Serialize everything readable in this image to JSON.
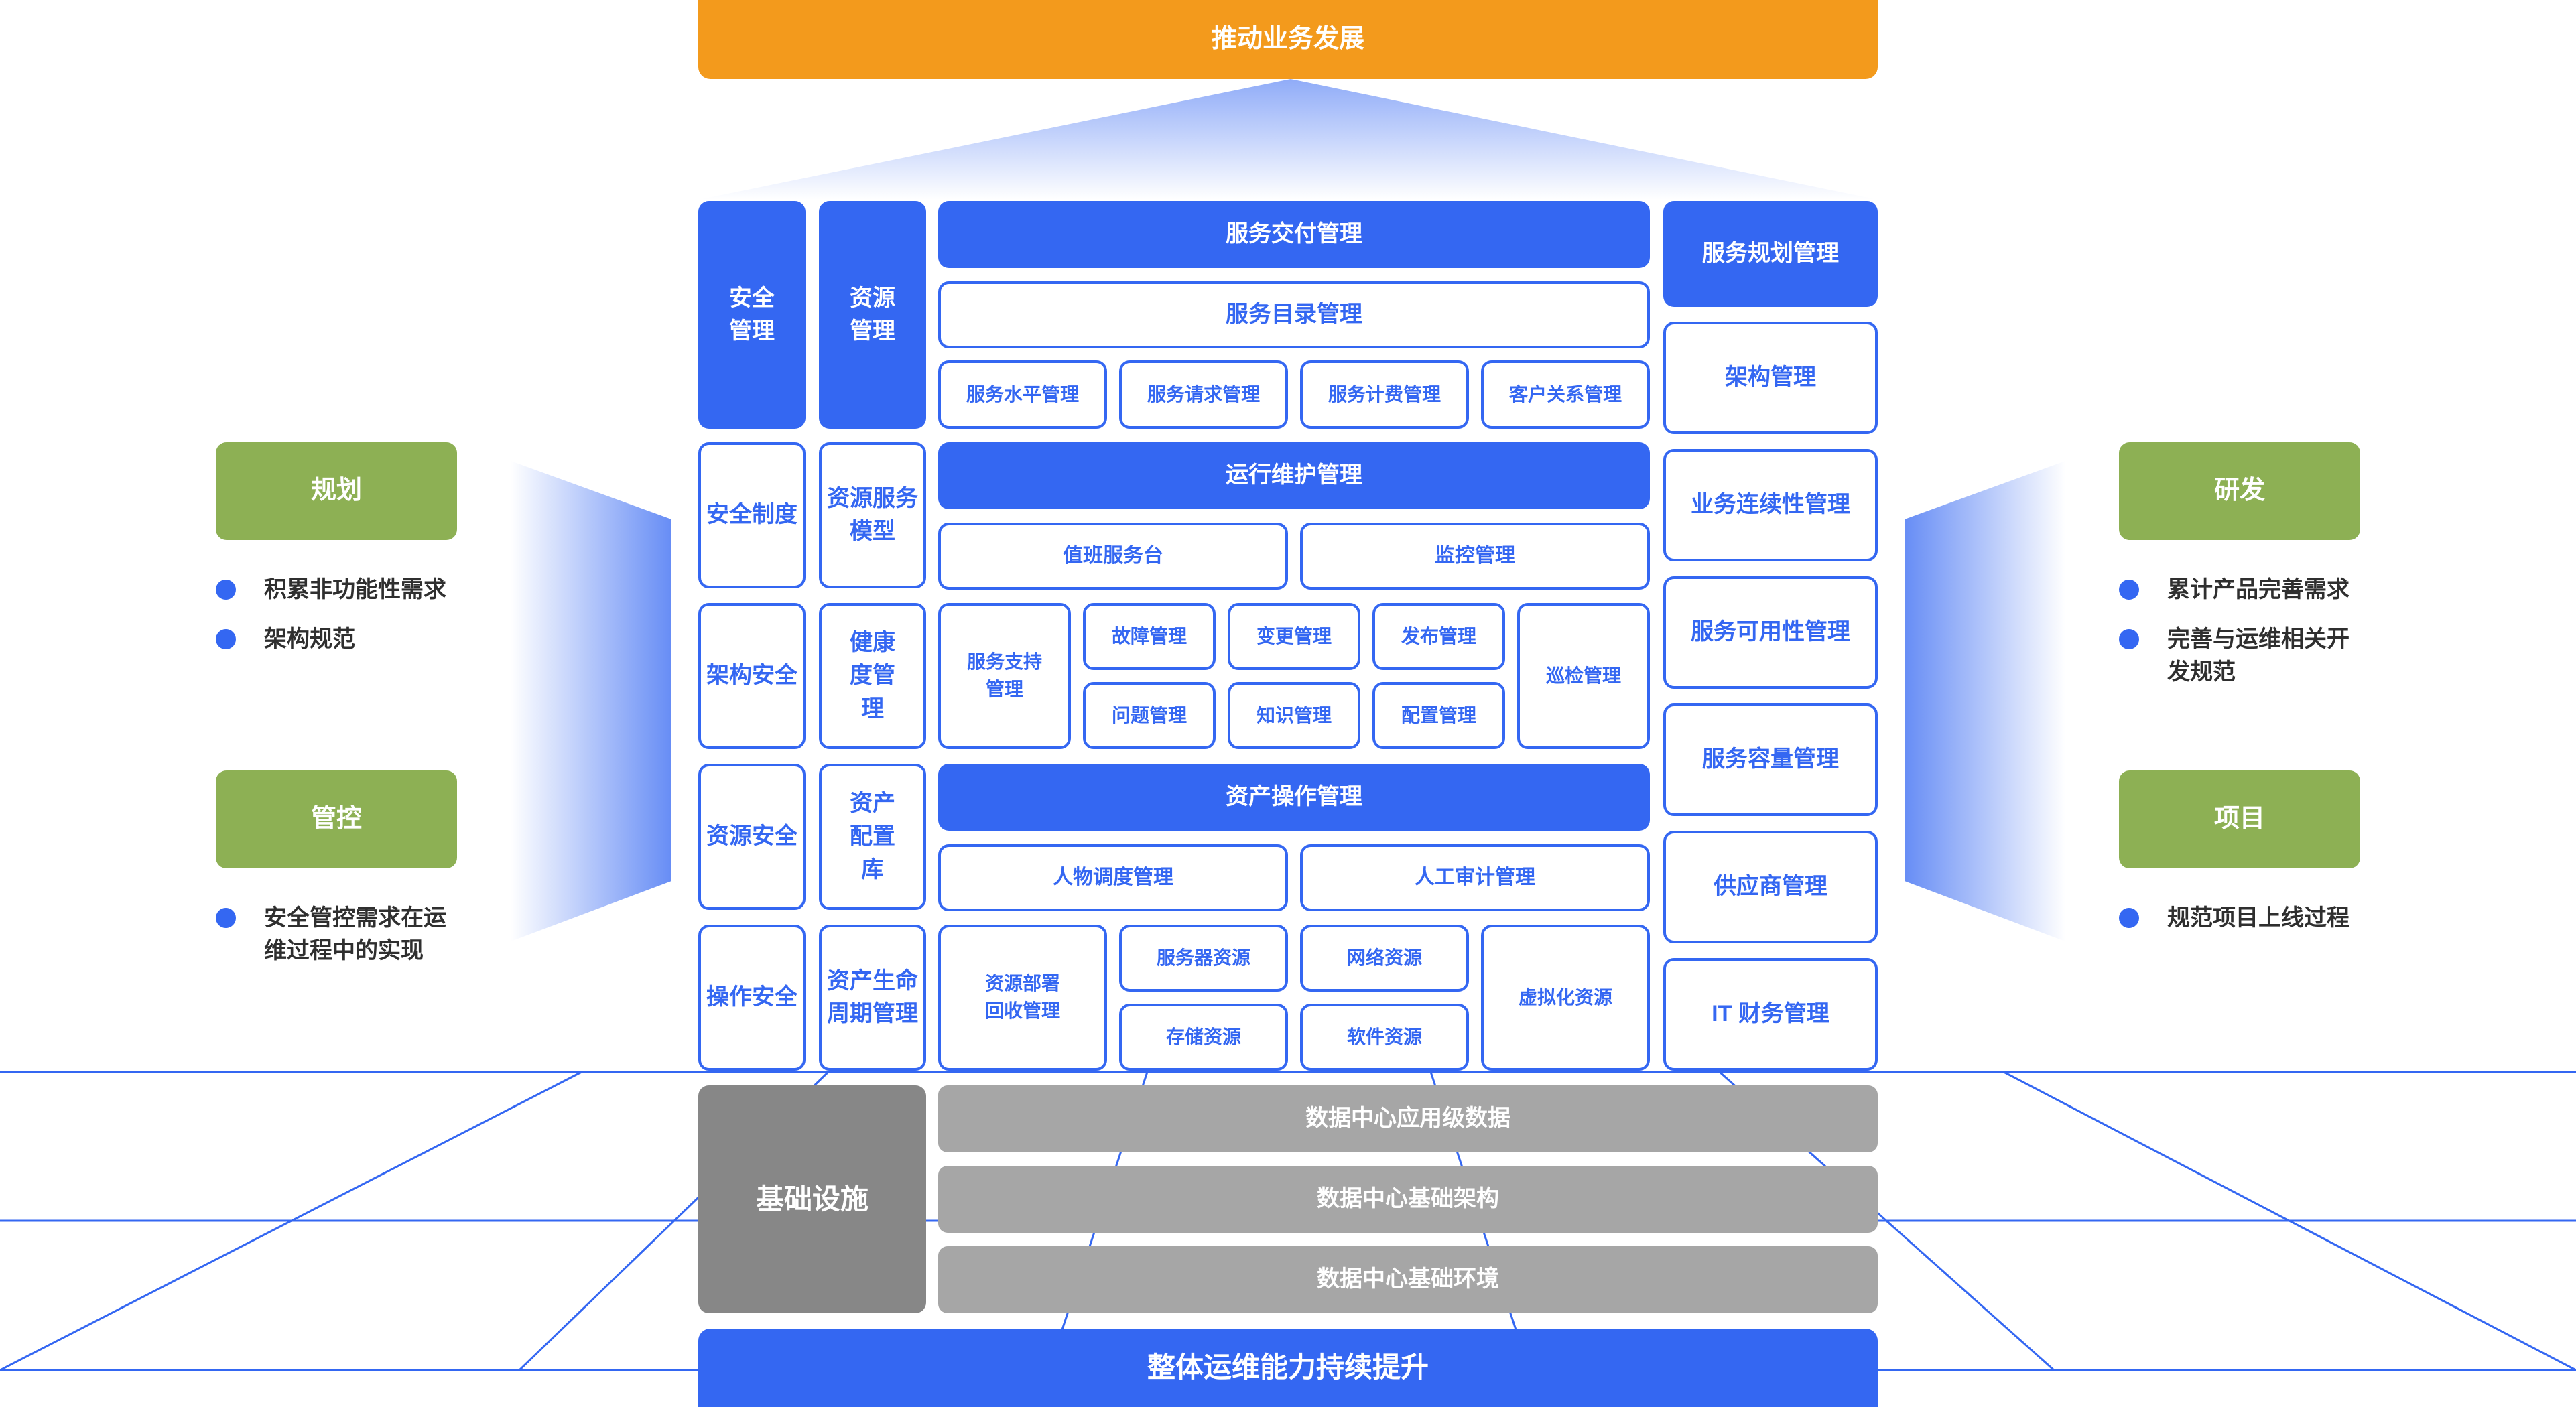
{
  "top_banner": "推动业务发展",
  "bottom_banner": "整体运维能力持续提升",
  "left_panel": {
    "planning": {
      "label": "规划",
      "items": [
        "积累非功能性需求",
        "架构规范"
      ]
    },
    "control": {
      "label": "管控",
      "items": [
        "安全管控需求在运维过程中的实现"
      ]
    }
  },
  "right_panel": {
    "rnd": {
      "label": "研发",
      "items": [
        "累计产品完善需求",
        "完善与运维相关开发规范"
      ]
    },
    "project": {
      "label": "项目",
      "items": [
        "规范项目上线过程"
      ]
    }
  },
  "security_column": {
    "header": "安全管理",
    "items": [
      "安全制度",
      "架构安全",
      "资源安全",
      "操作安全"
    ]
  },
  "resource_column": {
    "header": "资源管理",
    "items": [
      "资源服务模型",
      "健康度管理",
      "资产配置库",
      "资产生命周期管理"
    ]
  },
  "service_delivery": {
    "header": "服务交付管理",
    "catalog": "服务目录管理",
    "items": [
      "服务水平管理",
      "服务请求管理",
      "服务计费管理",
      "客户关系管理"
    ]
  },
  "operations": {
    "header": "运行维护管理",
    "row1": [
      "值班服务台",
      "监控管理"
    ],
    "support": "服务支持管理",
    "grid": [
      "故障管理",
      "变更管理",
      "发布管理",
      "问题管理",
      "知识管理",
      "配置管理"
    ],
    "inspection": "巡检管理"
  },
  "asset_operations": {
    "header": "资产操作管理",
    "row1": [
      "人物调度管理",
      "人工审计管理"
    ],
    "deploy": "资源部署回收管理",
    "grid": [
      "服务器资源",
      "网络资源",
      "存储资源",
      "软件资源"
    ],
    "virtual": "虚拟化资源"
  },
  "service_planning": {
    "header": "服务规划管理",
    "items": [
      "架构管理",
      "业务连续性管理",
      "服务可用性管理",
      "服务容量管理",
      "供应商管理",
      "IT 财务管理"
    ]
  },
  "infrastructure": {
    "header": "基础设施",
    "layers": [
      "数据中心应用级数据",
      "数据中心基础架构",
      "数据中心基础环境"
    ]
  },
  "colors": {
    "primary_blue": "#3467f2",
    "orange": "#f39a1c",
    "green": "#8db054",
    "gray": "#a6a6a6",
    "dark_gray": "#878787"
  }
}
